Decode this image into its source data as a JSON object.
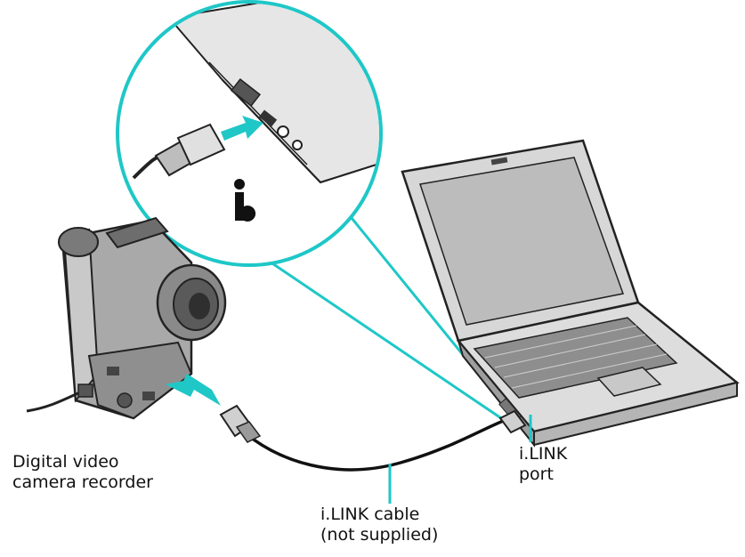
{
  "labels": {
    "camera": [
      "Digital video",
      "camera recorder"
    ],
    "port": [
      "i.LINK",
      "port"
    ],
    "cable": [
      "i.LINK cable",
      "(not supplied)"
    ]
  },
  "icons": {
    "ilink_symbol": "i.LINK logo glyph"
  },
  "colors": {
    "accent": "#1fc7c7",
    "line": "#1a1a1a",
    "device_fill": "#cfcfcf",
    "device_dark": "#6f6f6f"
  }
}
